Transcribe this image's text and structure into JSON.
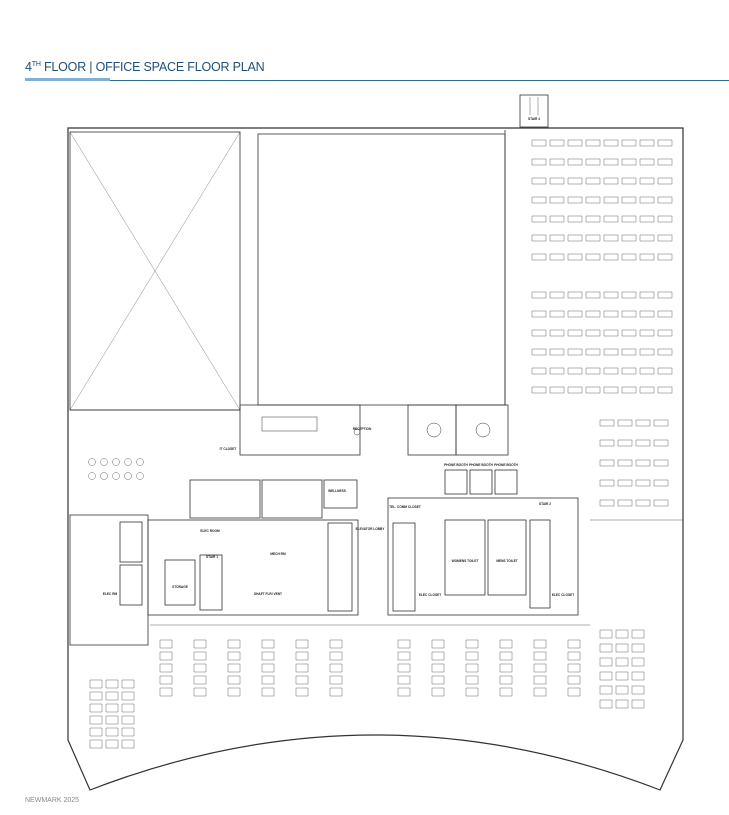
{
  "header": {
    "title_floor_number": "4",
    "title_superscript": "TH",
    "title_rest": " FLOOR | OFFICE SPACE FLOOR PLAN"
  },
  "floor_plan": {
    "rooms": {
      "stair_4": "STAIR 4",
      "reception": "RECEPTION",
      "it_closet": "IT CLOSET",
      "phone_booth_1": "PHONE BOOTH",
      "phone_booth_2": "PHONE BOOTH",
      "phone_booth_3": "PHONE BOOTH",
      "elec_room": "ELEC ROOM",
      "stair_1": "STAIR 1",
      "storage": "STORAGE",
      "mech_rm": "MECH RM",
      "shaft": "SHAFT FLR/ VENT",
      "elevator_lobby": "ELEVATOR LOBBY",
      "tel_comm_closet": "TEL. COMM CLOSET",
      "womens_toilet": "WOMENS TOILET",
      "mens_toilet": "MENS TOILET",
      "elec_closet_1": "ELEC CLOSET",
      "elec_closet_2": "ELEC CLOSET",
      "stair_2": "STAIR 2",
      "elec_rm": "ELEC RM",
      "wellness": "WELLNESS"
    }
  },
  "footer": {
    "text": "NEWMARK 2025"
  }
}
